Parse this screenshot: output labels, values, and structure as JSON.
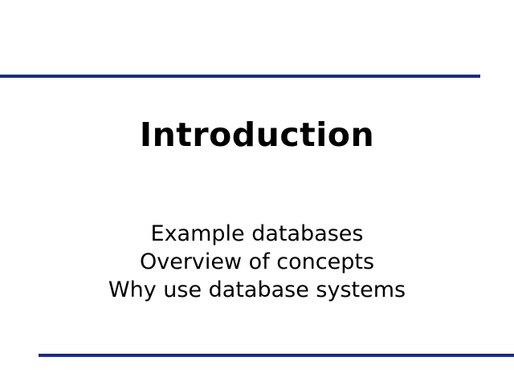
{
  "slide": {
    "background_color": "#ffffff",
    "accent_color": "#1a2a8f",
    "title": "Introduction",
    "subtitle_lines": [
      {
        "text": "Example databases"
      },
      {
        "text": "Overview of concepts"
      },
      {
        "text": "Why use database systems"
      }
    ]
  }
}
